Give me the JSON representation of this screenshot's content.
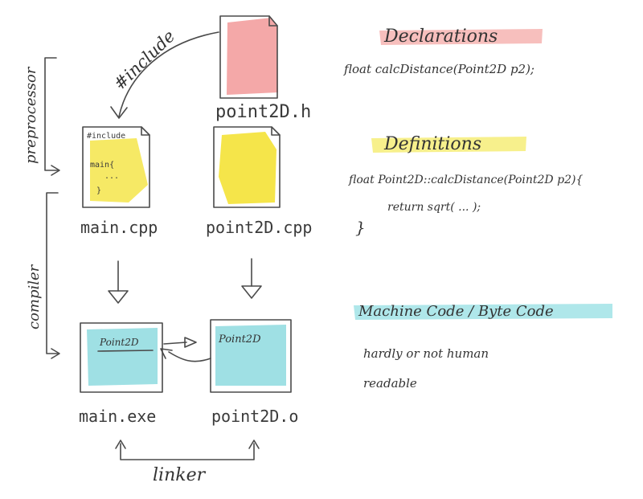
{
  "colors": {
    "header_red": "#f6b8b6",
    "header_yellow": "#f7ef86",
    "machine_cyan": "#a6e4e8",
    "file_red": "#f4a8a8",
    "file_yellow": "#f5e54a",
    "file_cyan": "#9fe0e4",
    "ink": "#4a4a4a"
  },
  "files": {
    "header": {
      "label": "point2D.h"
    },
    "main_cpp": {
      "label": "main.cpp",
      "content_lines": [
        "#include",
        "main{",
        "...",
        "}"
      ]
    },
    "point_cpp": {
      "label": "point2D.cpp"
    },
    "main_exe": {
      "label": "main.exe",
      "content": "Point2D"
    },
    "point_o": {
      "label": "point2D.o",
      "content": "Point2D"
    }
  },
  "stages": {
    "include_arrow": "#include",
    "preprocessor": "preprocessor",
    "compiler": "compiler",
    "linker": "linker"
  },
  "legend": {
    "declarations": {
      "title": "Declarations",
      "code": "float calcDistance(Point2D p2);"
    },
    "definitions": {
      "title": "Definitions",
      "code_lines": [
        "float Point2D::calcDistance(Point2D p2){",
        "return sqrt( ... );",
        "}"
      ]
    },
    "machine_code": {
      "title": "Machine Code / Byte Code",
      "text_lines": [
        "hardly or not human",
        "readable"
      ]
    }
  }
}
